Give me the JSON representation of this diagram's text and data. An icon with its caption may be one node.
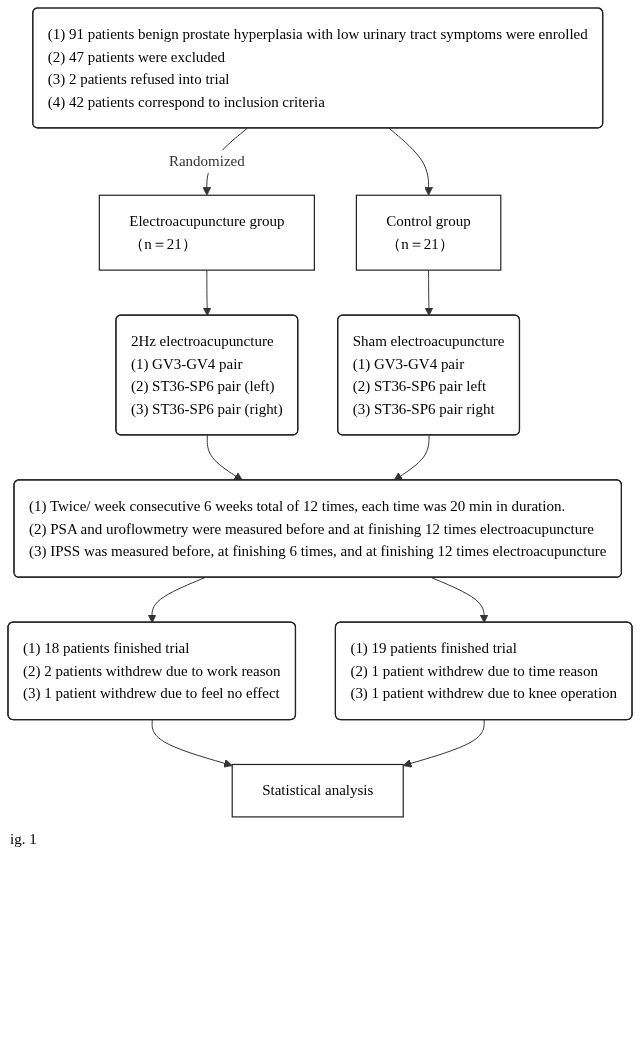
{
  "diagram": {
    "caption": "ig. 1",
    "nodes": [
      {
        "text": [
          "(1) 91 patients benign prostate hyperplasia with low urinary tract symptoms were enrolled",
          "(2) 47 patients were excluded",
          "(3) 2 patients refused into trial",
          "(4) 42 patients correspond to inclusion criteria"
        ]
      },
      {
        "text": [
          "Electroacupuncture group",
          "（n＝21）"
        ]
      },
      {
        "text": [
          "Control group",
          "（n＝21）"
        ]
      },
      {
        "text": [
          "2Hz electroacupuncture",
          "(1) GV3-GV4 pair",
          "(2) ST36-SP6 pair (left)",
          "(3) ST36-SP6 pair (right)"
        ]
      },
      {
        "text": [
          "Sham electroacupuncture",
          "(1) GV3-GV4 pair",
          "(2) ST36-SP6 pair left",
          "(3) ST36-SP6 pair right"
        ]
      },
      {
        "text": [
          "(1) Twice/ week consecutive 6 weeks total of 12 times, each time was 20 min in duration.",
          "(2) PSA and uroflowmetry were measured before and at finishing 12 times electroacupuncture",
          "(3) IPSS was measured before, at finishing 6 times, and at finishing 12 times electroacupuncture"
        ]
      },
      {
        "text": [
          "(1) 18 patients finished trial",
          "(2) 2 patients withdrew due to work reason",
          "(3) 1 patient withdrew due to feel no effect"
        ]
      },
      {
        "text": [
          "(1) 19 patients finished trial",
          "(2) 1 patient withdrew due to time reason",
          "(3) 1 patient withdrew due to knee operation"
        ]
      },
      {
        "text": [
          "Statistical analysis"
        ]
      }
    ],
    "edges": [
      {
        "from": 0,
        "to": 1,
        "arrow": "to",
        "label": "Randomized"
      },
      {
        "from": 0,
        "to": 2,
        "arrow": "to"
      },
      {
        "from": 1,
        "to": 3,
        "arrow": "to"
      },
      {
        "from": 2,
        "to": 4,
        "arrow": "to"
      },
      {
        "from": 3,
        "to": 5,
        "arrow": "to"
      },
      {
        "from": 4,
        "to": 5,
        "arrow": "to"
      },
      {
        "from": 5,
        "to": 6,
        "arrow": "to"
      },
      {
        "from": 5,
        "to": 7,
        "arrow": "to"
      },
      {
        "from": 6,
        "to": 8,
        "arrow": "to"
      },
      {
        "from": 7,
        "to": 8,
        "arrow": "to"
      }
    ]
  }
}
